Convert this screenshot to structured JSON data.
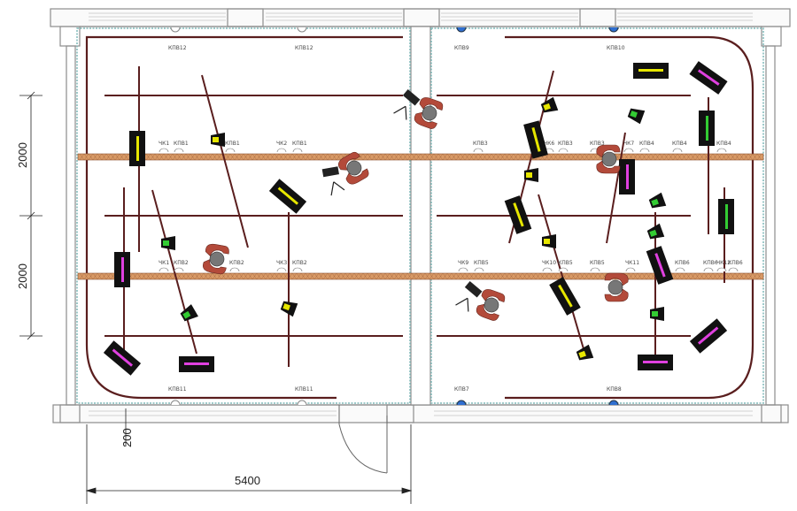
{
  "dimensions": {
    "left_upper": "2000",
    "left_lower": "2000",
    "bottom_width": "5400",
    "wall_offset": "200"
  },
  "labels": {
    "top_left_a": "КПВ12",
    "top_left_b": "КПВ12",
    "top_right_a": "КПВ9",
    "top_right_b": "КПВ10",
    "bottom_left_a": "КПВ11",
    "bottom_left_b": "КПВ11",
    "bottom_right_a": "КПВ7",
    "bottom_right_b": "КПВ8",
    "upper_rail": [
      "ЧК1",
      "КПВ1",
      "КПВ1",
      "ЧК2",
      "КПВ1",
      "КПВ3",
      "ЧК6",
      "КПВ3",
      "КПВ3",
      "ЧК7",
      "КПВ4",
      "КПВ4",
      "КПВ4"
    ],
    "lower_rail": [
      "ЧК1",
      "КПВ2",
      "КПВ2",
      "ЧК3",
      "КПВ2",
      "ЧК9",
      "КПВ5",
      "ЧК10",
      "КПВ5",
      "КПВ5",
      "ЧК11",
      "КПВ6",
      "КПВ6",
      "ЧК12",
      "КПВ6"
    ]
  },
  "colors": {
    "wall": "#9a9a9a",
    "glass": "#7fb8b8",
    "rail": "#5a1e1e",
    "truss": "#c9875a",
    "fixture": "#111111",
    "fixture_yellow": "#e6e600",
    "fixture_green": "#33cc33",
    "fixture_magenta": "#e040e0",
    "operator": "#b34a3a",
    "blue_light": "#2f6fd0"
  }
}
